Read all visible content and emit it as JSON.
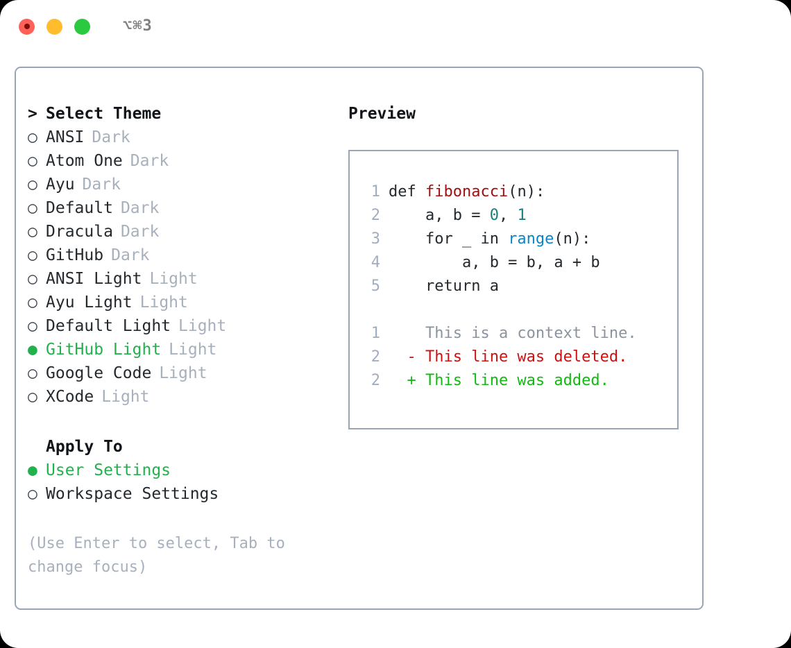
{
  "titlebar": {
    "shortcut": "⌥⌘3",
    "lights": [
      "close",
      "minimize",
      "maximize"
    ]
  },
  "theme_section": {
    "caret": ">",
    "heading": "Select Theme",
    "marker_selected": "●",
    "marker_unselected": "○",
    "items": [
      {
        "name": "ANSI",
        "variant": "Dark",
        "selected": false
      },
      {
        "name": "Atom One",
        "variant": "Dark",
        "selected": false
      },
      {
        "name": "Ayu",
        "variant": "Dark",
        "selected": false
      },
      {
        "name": "Default",
        "variant": "Dark",
        "selected": false
      },
      {
        "name": "Dracula",
        "variant": "Dark",
        "selected": false
      },
      {
        "name": "GitHub",
        "variant": "Dark",
        "selected": false
      },
      {
        "name": "ANSI Light",
        "variant": "Light",
        "selected": false
      },
      {
        "name": "Ayu Light",
        "variant": "Light",
        "selected": false
      },
      {
        "name": "Default Light",
        "variant": "Light",
        "selected": false
      },
      {
        "name": "GitHub Light",
        "variant": "Light",
        "selected": true
      },
      {
        "name": "Google Code",
        "variant": "Light",
        "selected": false
      },
      {
        "name": "XCode",
        "variant": "Light",
        "selected": false
      }
    ]
  },
  "apply_section": {
    "heading": "Apply To",
    "items": [
      {
        "name": "User Settings",
        "selected": true
      },
      {
        "name": "Workspace Settings",
        "selected": false
      }
    ]
  },
  "hint": "(Use Enter to select, Tab to change focus)",
  "preview": {
    "title": "Preview",
    "code_lines": [
      {
        "num": "1",
        "parts": [
          {
            "t": "def ",
            "c": "code-txt"
          },
          {
            "t": "fibonacci",
            "c": "tok-fn"
          },
          {
            "t": "(n):",
            "c": "code-txt"
          }
        ]
      },
      {
        "num": "2",
        "parts": [
          {
            "t": "    a, b = ",
            "c": "code-txt"
          },
          {
            "t": "0",
            "c": "tok-num"
          },
          {
            "t": ", ",
            "c": "code-txt"
          },
          {
            "t": "1",
            "c": "tok-num"
          }
        ]
      },
      {
        "num": "3",
        "parts": [
          {
            "t": "    for _ in ",
            "c": "code-txt"
          },
          {
            "t": "range",
            "c": "tok-bi"
          },
          {
            "t": "(n):",
            "c": "code-txt"
          }
        ]
      },
      {
        "num": "4",
        "parts": [
          {
            "t": "        a, b = b, a + b",
            "c": "code-txt"
          }
        ]
      },
      {
        "num": "5",
        "parts": [
          {
            "t": "    return a",
            "c": "code-txt"
          }
        ]
      }
    ],
    "diff_lines": [
      {
        "num": "1",
        "sign": "  ",
        "text": "This is a context line.",
        "cls": "diff-ctx"
      },
      {
        "num": "2",
        "sign": "- ",
        "text": "This line was deleted.",
        "cls": "diff-del"
      },
      {
        "num": "2",
        "sign": "+ ",
        "text": "This line was added.",
        "cls": "diff-add"
      }
    ]
  },
  "colors": {
    "accent_green": "#22b14c",
    "border": "#9aa5b4",
    "muted": "#a7b0bd",
    "linenumber": "#a0aec0",
    "diff_add": "#13b913",
    "diff_del": "#cc1111",
    "token_function": "#a01010",
    "token_number": "#1a7f7f",
    "token_builtin": "#0e84c4"
  }
}
